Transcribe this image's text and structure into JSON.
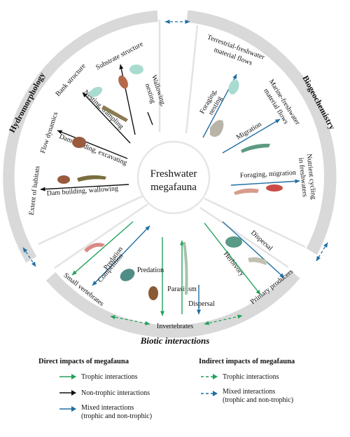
{
  "center": {
    "line1": "Freshwater",
    "line2": "megafauna"
  },
  "sections": {
    "hydromorphology": "Hydromorphology",
    "biogeochemistry": "Biogeochemistry",
    "biotic": "Biotic interactions"
  },
  "hydro": {
    "substrate": "Substrate structure",
    "bank": "Bank structure",
    "flow": "Flow dynamics",
    "extent": "Extent of habitats",
    "wallowing_nesting": [
      "Wallowing,",
      "nesting"
    ],
    "nesting_trampling": "Nesting, trampling",
    "dam_excavating": "Dam building, excavating",
    "dam_wallowing": "Dam building, wallowing"
  },
  "bio": {
    "terrestrial": [
      "Terrestrial-freshwater",
      "material flows"
    ],
    "marine": [
      "Marine-freshwater",
      "material flows"
    ],
    "nutrient": [
      "Nutrient cycling",
      "in freshwaters"
    ],
    "foraging_nesting": [
      "Foraging,",
      "nesting"
    ],
    "migration": "Migration",
    "foraging_migration": "Foraging, migration"
  },
  "biotic": {
    "small_vertebrates": "Small vertebrates",
    "invertebrates": "Invertebrates",
    "primary_producers": "Primary producers",
    "predation_1": "Predation",
    "competition": "Competition",
    "predation_2": "Predation",
    "parasitism": "Parasitism",
    "dispersal_1": "Dispersal",
    "dispersal_2": "Dispersal",
    "herbivory": "Herbivory"
  },
  "legend": {
    "direct_title": "Direct impacts of megafauna",
    "indirect_title": "Indirect impacts of megafauna",
    "direct_trophic": "Trophic interactions",
    "direct_nontrophic": "Non-trophic interactions",
    "direct_mixed": [
      "Mixed interactions",
      "(trophic and non-trophic)"
    ],
    "indirect_trophic": "Trophic interactions",
    "indirect_mixed": [
      "Mixed interactions",
      "(trophic and non-trophic)"
    ]
  },
  "colors": {
    "trophic": "#22a15a",
    "nontrophic": "#111111",
    "mixed": "#1f6fa3",
    "ring": "#d9d9d9",
    "divider": "#e3e3e3"
  }
}
